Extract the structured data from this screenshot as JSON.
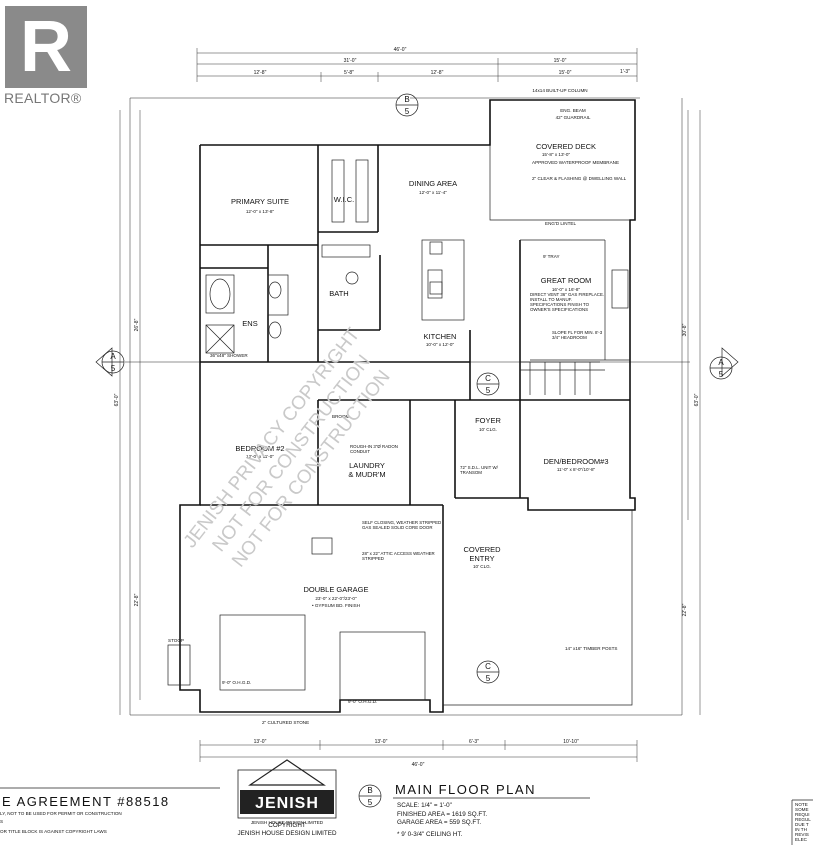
{
  "realtor": {
    "letter": "R",
    "label": "REALTOR®"
  },
  "rooms": {
    "primary": {
      "name": "PRIMARY SUITE",
      "size": "12'-0\" x 13'-8\""
    },
    "wic": {
      "name": "W.I.C."
    },
    "dining": {
      "name": "DINING AREA",
      "size": "12'-0\" x 11'-4\""
    },
    "deck": {
      "name": "COVERED DECK",
      "size": "15'-8\" x 13'-0\""
    },
    "bath": {
      "name": "BATH"
    },
    "ens": {
      "name": "ENS"
    },
    "great": {
      "name": "GREAT ROOM",
      "size": "16'-0\" x 16'-8\""
    },
    "kitchen": {
      "name": "KITCHEN",
      "size": "10'-0\" x 12'-0\""
    },
    "bedroom2": {
      "name": "BEDROOM #2",
      "size": "12'-0\" x 11'-0\""
    },
    "foyer": {
      "name": "FOYER",
      "size": "10' CLG."
    },
    "den": {
      "name": "DEN/BEDROOM#3",
      "size": "11'-0\" x 8'-0\"/10'-8\""
    },
    "laundry": {
      "name": "LAUNDRY",
      "sub": "& MUDR'M"
    },
    "garage": {
      "name": "DOUBLE GARAGE",
      "size": "23'-0\" x 22'-0\"/23'-0\"",
      "finish": "• GYPSUM BD. FINISH"
    },
    "covered_entry": {
      "name": "COVERED",
      "name2": "ENTRY",
      "size": "10' CLG."
    }
  },
  "notes": {
    "column": "14x14 BUILT-UP COLUMN",
    "beam": "ENG. BEAM",
    "guardrail": "42\" GUARDRAIL",
    "membrane": "APPROVED WATERPROOF MEMBRANE",
    "flashing": "2\" CLEAR & FLASHING @ DWELLING WALL",
    "engd_lintel": "ENG'D LINTEL",
    "tray": "9' TRAY",
    "fireplace": "DIRECT VENT 36\" GAS FIREPLACE. INSTALL TO MANUF. SPECIFICATIONS FINISH TO OWNER'S SPECIFICATIONS",
    "slope_window": "SLOPE FL FOR MIN. 8'-3 3/4\" HEADROOM",
    "garage_door": "SELF CLOSING, WEATHER STRIPPED GAS SEALED SOLID CORE DOOR",
    "attic": "28\" x 22\" ATTIC ACCESS WEATHER STRIPPED",
    "timber": "14\" x16\" TIMBER POSTS",
    "stone": "2\" CULTURED STONE",
    "ohgd1": "9'-0\" O.H.G.D.",
    "ohgd2": "9'-0\" O.H.G.D.",
    "stoop": "STOOP",
    "sdl": "72\" S.D.L. UNIT W/ TRANSOM",
    "radon": "ROUGH-IN 3\"Ø RADON CONDUIT",
    "broom": "BROOM",
    "shower": "36\"x48\" SHOWER"
  },
  "dimensions": {
    "overall_top": "46'-0\"",
    "top_a": "31'-0\"",
    "top_b": "15'-0\"",
    "top_c": "1'-3\"",
    "seg1": "12'-8\"",
    "seg2": "5'-8\"",
    "seg3": "12'-8\"",
    "seg4": "15'-0\"",
    "bottom_a": "13'-0\"",
    "bottom_b": "13'-0\"",
    "bottom_c": "6'-3\"",
    "bottom_d": "10'-10\"",
    "overall_bottom": "46'-0\"",
    "left_overall": "63'-0\"",
    "right_overall": "63'-0\"",
    "left_upper": "26'-8\"",
    "left_lower": "22'-8\"",
    "right_upper": "30'-8\"",
    "right_lower": "22'-8\""
  },
  "markers": [
    {
      "id": "top",
      "letter": "B",
      "num": "5"
    },
    {
      "id": "left",
      "letter": "A",
      "num": "5"
    },
    {
      "id": "right",
      "letter": "A",
      "num": "5"
    },
    {
      "id": "mid",
      "letter": "C",
      "num": "5"
    },
    {
      "id": "lower",
      "letter": "C",
      "num": "5"
    },
    {
      "id": "title",
      "letter": "B",
      "num": "5"
    }
  ],
  "watermark": {
    "line1": "JENISH PRIVACY COPYRIGHT",
    "line2": "NOT FOR CONSTRUCTION",
    "line3": "NOT FOR CONSTRUCTION"
  },
  "title_block": {
    "agreement": "E AGREEMENT #88518",
    "left_line1": "LY, NOT TO BE USED FOR PERMIT OR CONSTRUCTION",
    "left_line2": "S",
    "left_line3": "OR TITLE BLOCK IS AGAINST COPYRIGHT LAWS",
    "logo_text": "JENISH",
    "company": "JENISH HOUSE DESIGN LIMITED",
    "copyright": "COPYRIGHT",
    "company2": "JENISH HOUSE DESIGN LIMITED",
    "plan_title": "MAIN FLOOR PLAN",
    "scale": "SCALE: 1/4\" = 1'-0\"",
    "finished_area": "FINISHED AREA = 1619 SQ.FT.",
    "garage_area": "GARAGE AREA = 559 SQ.FT.",
    "ceiling": "* 9' 0-3/4\" CEILING HT.",
    "right_notes": [
      "NOTE",
      "SOME",
      "REQUI",
      "REGUL",
      "DUE T",
      "IN TH",
      "REVIS",
      "ELEC"
    ]
  }
}
